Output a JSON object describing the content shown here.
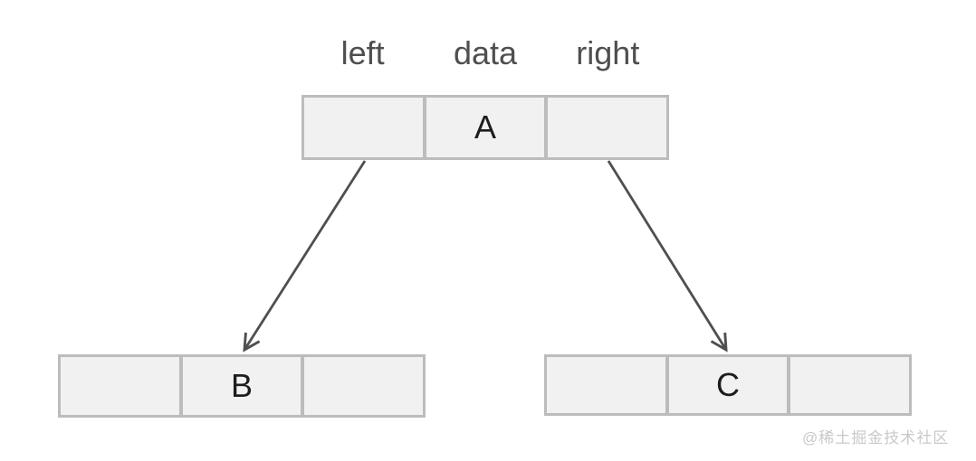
{
  "diagram": {
    "type": "binary-tree-node-structure",
    "field_labels": [
      "left",
      "data",
      "right"
    ],
    "nodes": [
      {
        "data": "A",
        "left_cell": "",
        "right_cell": ""
      },
      {
        "data": "B",
        "left_cell": "",
        "right_cell": ""
      },
      {
        "data": "C",
        "left_cell": "",
        "right_cell": ""
      }
    ],
    "edges": [
      {
        "from": "A",
        "via": "left",
        "to": "B"
      },
      {
        "from": "A",
        "via": "right",
        "to": "C"
      }
    ]
  },
  "watermark": "@稀土掘金技术社区",
  "colors": {
    "background": "#ffffff",
    "node_fill": "#f1f1f1",
    "node_border": "#bcbcbc",
    "field_label_text": "#4f4f4f",
    "node_text": "#1d1d1d",
    "arrow": "#4f4f4f",
    "watermark_text": "#c9c9c9"
  }
}
